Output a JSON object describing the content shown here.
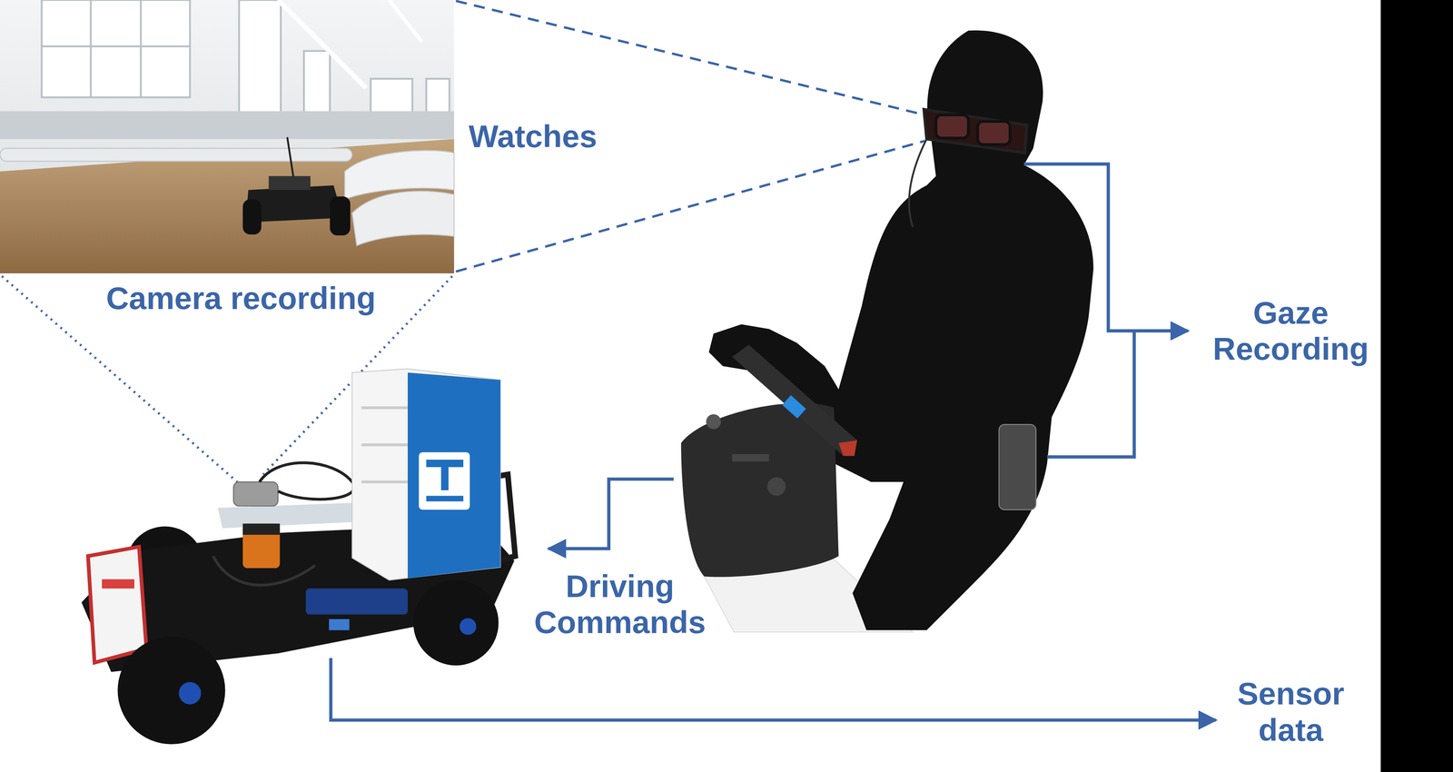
{
  "diagram": {
    "labels": [
      "Watches",
      "Camera recording",
      "Gaze Recording",
      "Driving Commands",
      "Sensor data"
    ]
  }
}
